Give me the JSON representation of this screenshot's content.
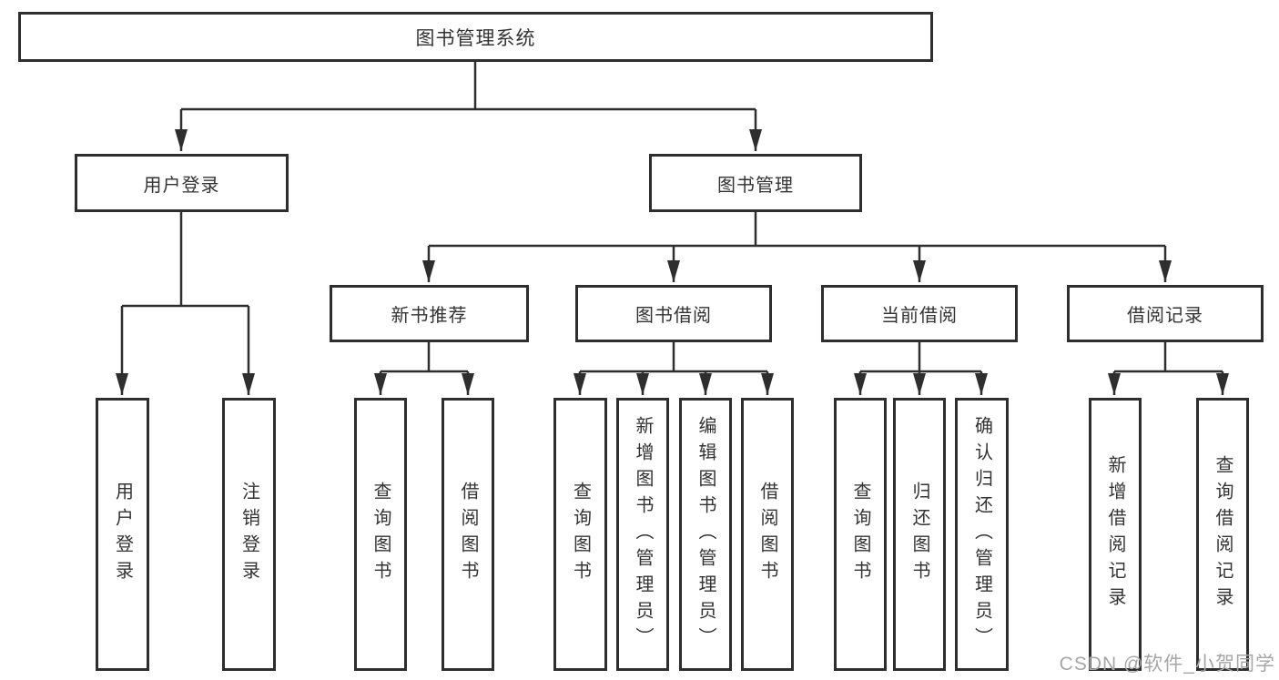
{
  "tree": {
    "root": {
      "label": "图书管理系统",
      "children": [
        {
          "label": "用户登录",
          "children": [
            {
              "label": "用户登录"
            },
            {
              "label": "注销登录"
            }
          ]
        },
        {
          "label": "图书管理",
          "children": [
            {
              "label": "新书推荐",
              "children": [
                {
                  "label": "查询图书"
                },
                {
                  "label": "借阅图书"
                }
              ]
            },
            {
              "label": "图书借阅",
              "children": [
                {
                  "label": "查询图书"
                },
                {
                  "label": "新增图书（管理员）"
                },
                {
                  "label": "编辑图书（管理员）"
                },
                {
                  "label": "借阅图书"
                }
              ]
            },
            {
              "label": "当前借阅",
              "children": [
                {
                  "label": "查询图书"
                },
                {
                  "label": "归还图书"
                },
                {
                  "label": "确认归还（管理员）"
                }
              ]
            },
            {
              "label": "借阅记录",
              "children": [
                {
                  "label": "新增借阅记录"
                },
                {
                  "label": "查询借阅记录"
                }
              ]
            }
          ]
        }
      ]
    }
  },
  "watermark": {
    "text": "CSDN @软件_小贺同学"
  },
  "colors": {
    "line": "#2e2e2e",
    "box_border": "#2e2e2e",
    "text": "#333333",
    "watermark": "#a6a6a6",
    "background": "#ffffff"
  }
}
